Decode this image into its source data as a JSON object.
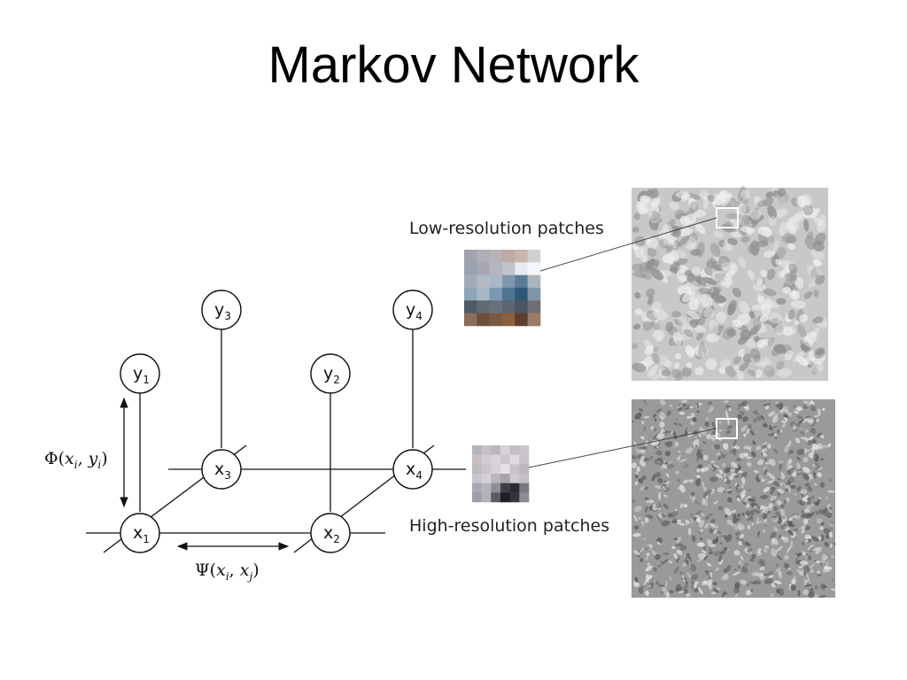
{
  "title": "Markov Network",
  "nodes": {
    "y1": {
      "base": "y",
      "sub": "1"
    },
    "y2": {
      "base": "y",
      "sub": "2"
    },
    "y3": {
      "base": "y",
      "sub": "3"
    },
    "y4": {
      "base": "y",
      "sub": "4"
    },
    "x1": {
      "base": "x",
      "sub": "1"
    },
    "x2": {
      "base": "x",
      "sub": "2"
    },
    "x3": {
      "base": "x",
      "sub": "3"
    },
    "x4": {
      "base": "x",
      "sub": "4"
    }
  },
  "potentials": {
    "phi": {
      "symbol": "Φ",
      "open": "(",
      "a": "x",
      "a_sub": "i",
      "sep": ", ",
      "b": "y",
      "b_sub": "i",
      "close": ")"
    },
    "psi": {
      "symbol": "Ψ",
      "open": "(",
      "a": "x",
      "a_sub": "i",
      "sep": ", ",
      "b": "x",
      "b_sub": "j",
      "close": ")"
    }
  },
  "captions": {
    "low": "Low-resolution patches",
    "high": "High-resolution patches"
  },
  "colors": {
    "line": "#111111",
    "node_fill": "#ffffff",
    "texture_low_bg": "#c8c8c8",
    "texture_high_bg": "#9a9a9a"
  },
  "patches": {
    "low": {
      "cols": 6,
      "rows": 6,
      "cells": [
        "#a3a3ad",
        "#aeaeb8",
        "#b7b3b6",
        "#c1aaa4",
        "#c8b6b0",
        "#d2cfd3",
        "#99a3b1",
        "#a7a7b1",
        "#b5b5bf",
        "#c0c3ca",
        "#e6ecf2",
        "#f5f8fb",
        "#a2adb8",
        "#b2bac4",
        "#aab7c6",
        "#7f97ad",
        "#5b7c96",
        "#aab4bd",
        "#8fa6b9",
        "#a6b7c6",
        "#7a98b3",
        "#4e7592",
        "#2f5876",
        "#7d95a7",
        "#4d5a66",
        "#5f6a73",
        "#6a7179",
        "#5b6670",
        "#4a5561",
        "#6f6f73",
        "#8b6b5a",
        "#6e4e3d",
        "#7b5a44",
        "#8d5f3b",
        "#5d3e2e",
        "#9a7a65"
      ]
    },
    "high": {
      "cols": 6,
      "rows": 6,
      "cells": [
        "#b8b3bb",
        "#c4c0c6",
        "#bdb8bf",
        "#d7d3d8",
        "#c2bcc3",
        "#cac6cc",
        "#c6c0c6",
        "#d2ccd2",
        "#d9d4da",
        "#ccc7cd",
        "#dfdbe0",
        "#c9c4ca",
        "#bfb9c0",
        "#cac4cb",
        "#d6d1d6",
        "#e4e1e5",
        "#c7c2c8",
        "#bcb7be",
        "#c9c4cb",
        "#d4cfd5",
        "#bab4bb",
        "#a9a5ad",
        "#cfcad0",
        "#c4bfc6",
        "#a9a8b0",
        "#b6b3ba",
        "#8f8d95",
        "#3f3f47",
        "#2a2b33",
        "#7a7982",
        "#9e9ca4",
        "#b3b0b8",
        "#5b5a62",
        "#1f2027",
        "#33343c",
        "#8c8b93"
      ]
    }
  }
}
